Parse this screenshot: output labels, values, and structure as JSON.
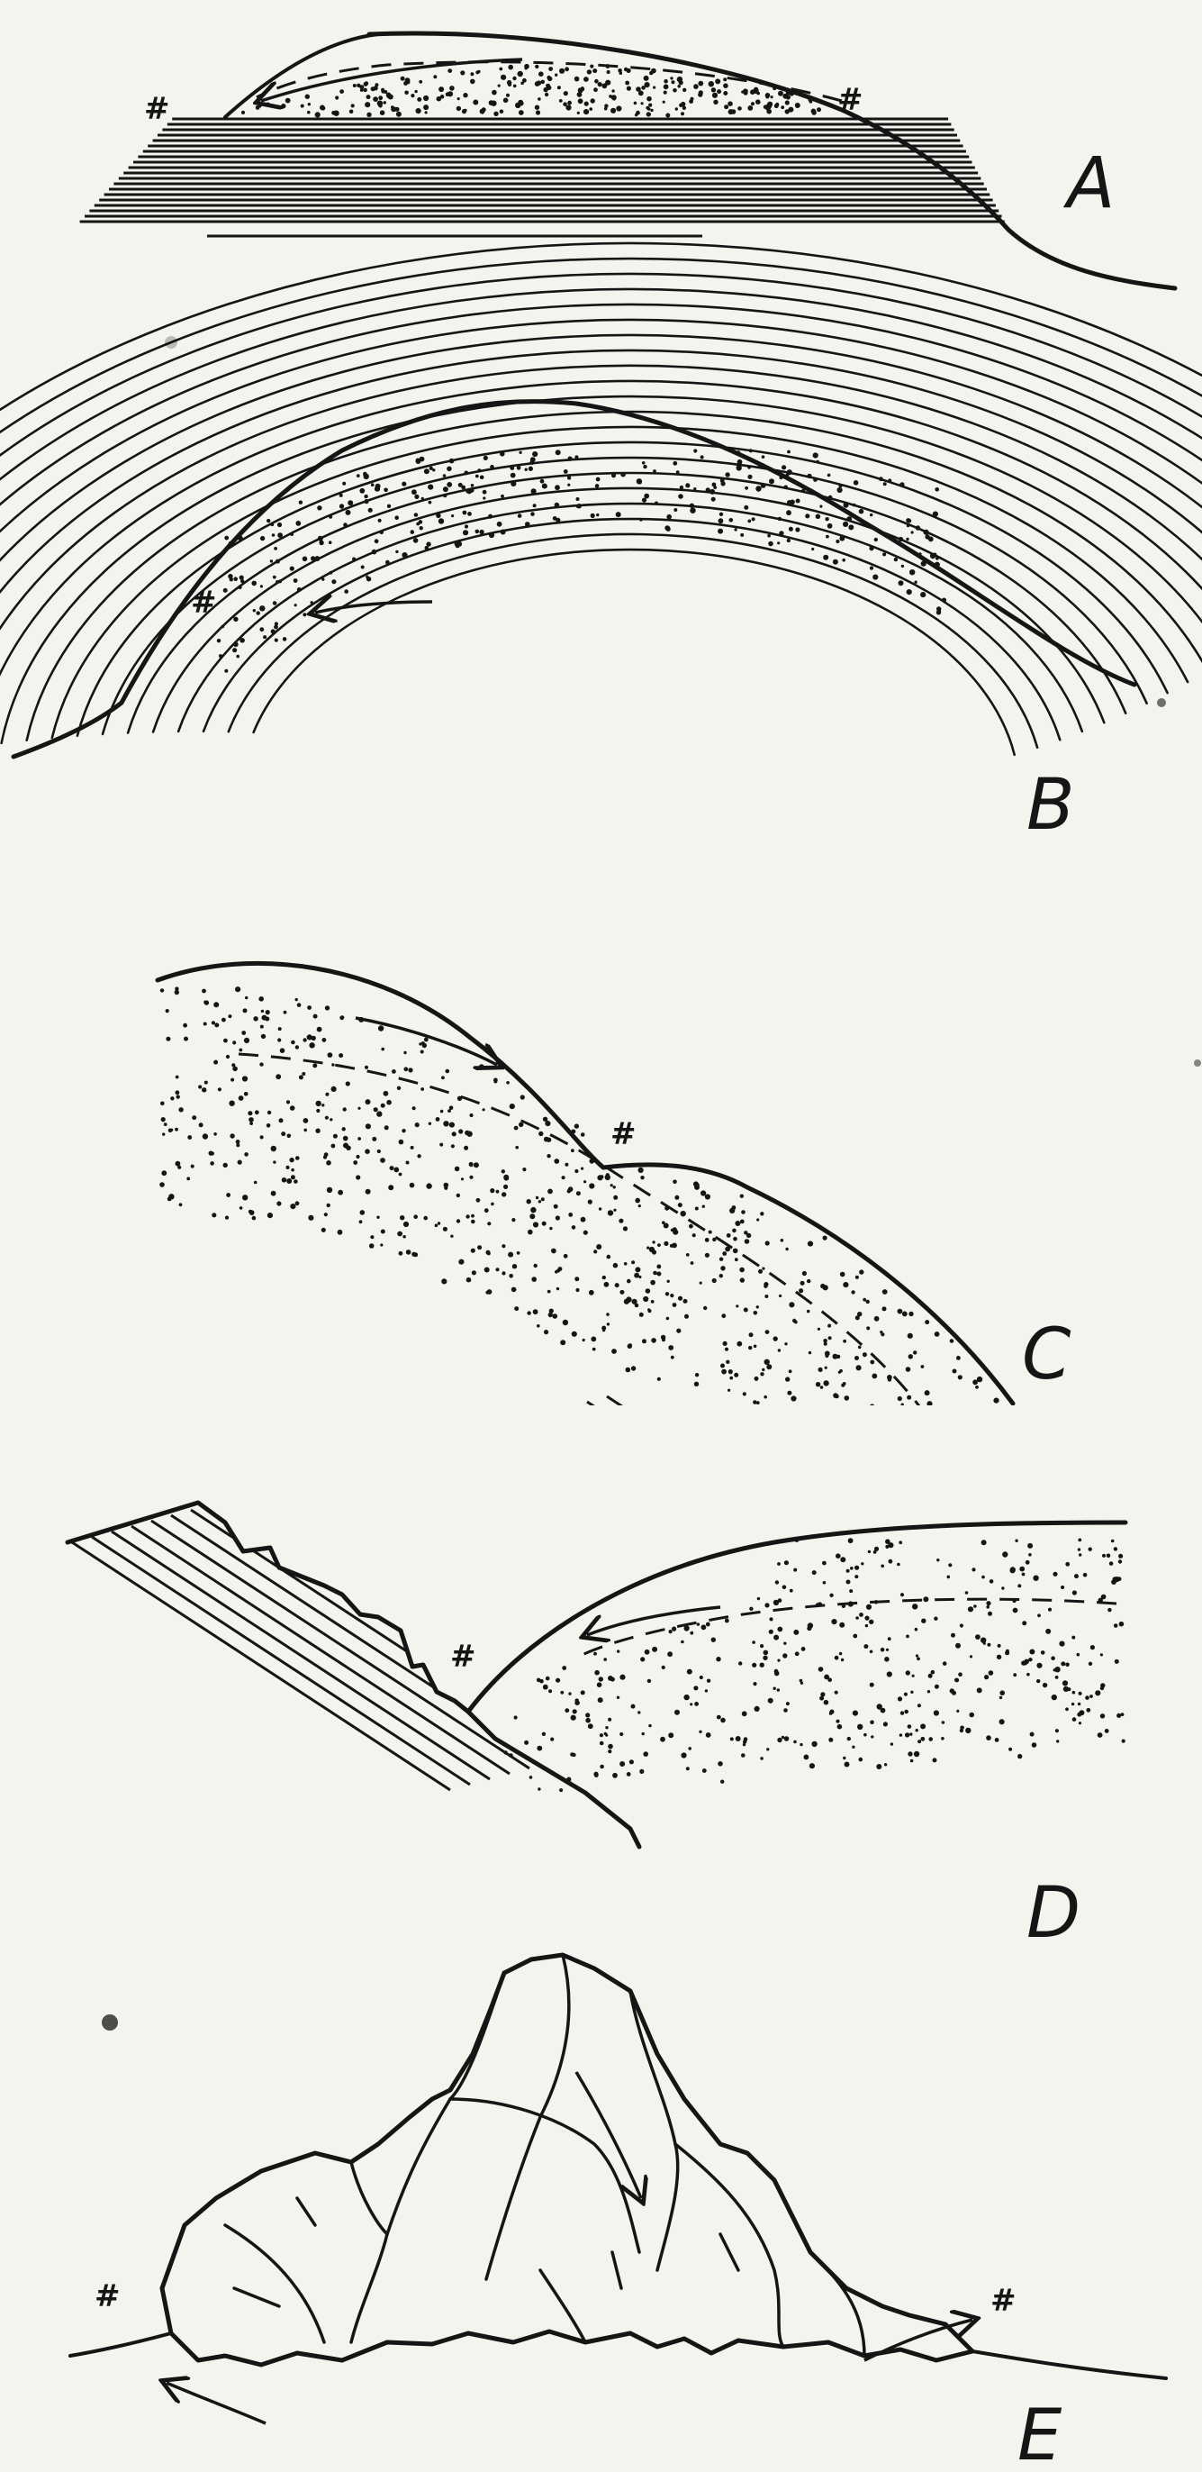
{
  "figure": {
    "colors": {
      "ink": "#151515",
      "paper": "#f4f3ee"
    },
    "marker": "#",
    "panels": [
      {
        "id": "A",
        "label": "A"
      },
      {
        "id": "B",
        "label": "B"
      },
      {
        "id": "C",
        "label": "C"
      },
      {
        "id": "D",
        "label": "D"
      },
      {
        "id": "E",
        "label": "E"
      }
    ]
  }
}
